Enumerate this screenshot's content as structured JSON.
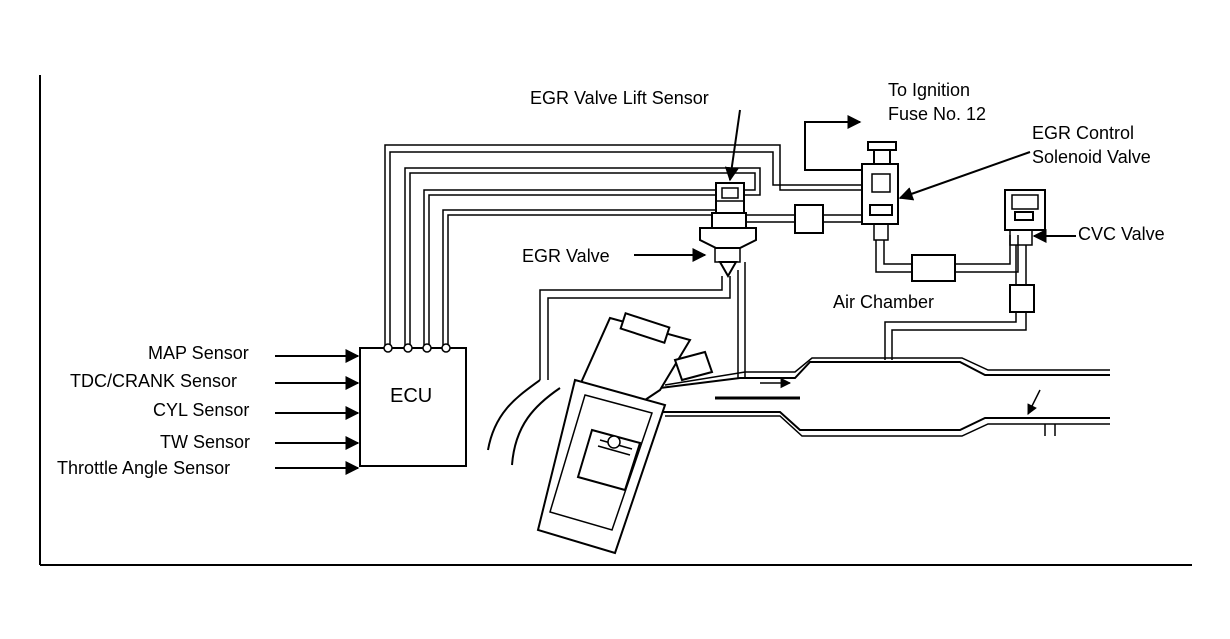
{
  "labels": {
    "map_sensor": "MAP Sensor",
    "tdc_crank_sensor": "TDC/CRANK Sensor",
    "cyl_sensor": "CYL Sensor",
    "tw_sensor": "TW Sensor",
    "throttle_angle_sensor": "Throttle Angle Sensor",
    "ecu": "ECU",
    "egr_valve": "EGR Valve",
    "egr_valve_lift_sensor": "EGR Valve Lift Sensor",
    "ignition_line1": "To Ignition",
    "ignition_line2": "Fuse No. 12",
    "egr_control_line1": "EGR Control",
    "egr_control_line2": "Solenoid Valve",
    "cvc_valve": "CVC Valve",
    "air_chamber": "Air Chamber"
  },
  "colors": {
    "line": "#000000",
    "background": "#ffffff"
  }
}
